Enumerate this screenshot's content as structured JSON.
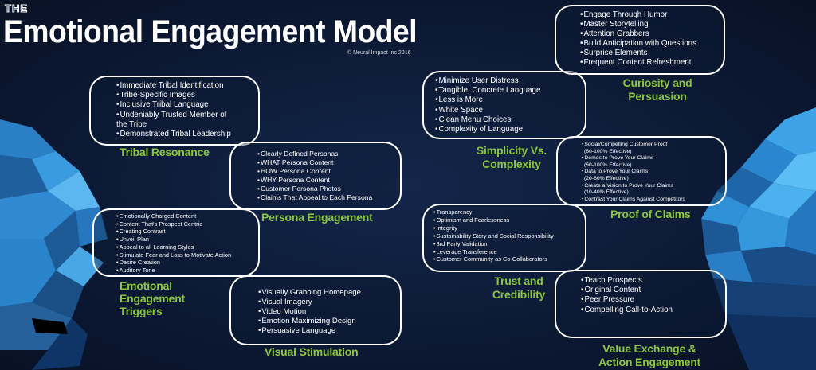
{
  "header": {
    "pre_title": "THE",
    "title": "Emotional Engagement Model",
    "copyright": "© Neural Impact Inc 2016"
  },
  "colors": {
    "background": "#0c1a33",
    "bubble_border": "#ffffff",
    "label_green": "#8cc63f",
    "face_blue": "#2d8fd6"
  },
  "boxes": {
    "tribal": {
      "label": "Tribal Resonance",
      "items": [
        "Immediate Tribal Identification",
        "Tribe-Specific Images",
        "Inclusive Tribal Language",
        "Undeniably Trusted Member of",
        "the Tribe",
        "Demonstrated Tribal Leadership"
      ]
    },
    "persona": {
      "label": "Persona Engagement",
      "items": [
        "Clearly Defined Personas",
        "WHAT Persona Content",
        "HOW Persona Content",
        "WHY Persona Content",
        "Customer Persona Photos",
        "Claims That Appeal to Each Persona"
      ]
    },
    "triggers": {
      "label_line1": "Emotional",
      "label_line2": "Engagement",
      "label_line3": "Triggers",
      "items": [
        "Emotionally Charged Content",
        "Content That's Prospect Centric",
        "Creating Contrast",
        "Unveil Plan",
        "Appeal to all Learning Styles",
        "Stimulate Fear and Loss to Motivate Action",
        "Desire Creation",
        "Auditory Tone"
      ]
    },
    "visual": {
      "label": "Visual Stimulation",
      "items": [
        "Visually Grabbing Homepage",
        "Visual Imagery",
        "Video Motion",
        "Emotion Maximizing Design",
        "Persuasive Language"
      ]
    },
    "simplicity": {
      "label_line1": "Simplicity Vs.",
      "label_line2": "Complexity",
      "items": [
        "Minimize User Distress",
        "Tangible, Concrete Language",
        "Less is More",
        "White Space",
        "Clean Menu Choices",
        "Complexity of Language"
      ]
    },
    "curiosity": {
      "label_line1": "Curiosity and",
      "label_line2": "Persuasion",
      "items": [
        "Engage Through Humor",
        "Master Storytelling",
        "Attention Grabbers",
        "Build Anticipation with Questions",
        "Surprise Elements",
        "Frequent Content Refreshment"
      ]
    },
    "proof": {
      "label": "Proof of Claims",
      "items": [
        "Social/Compelling Customer Proof",
        "(80-100% Effective)",
        "Demos to Prove Your Claims",
        "(60-100% Effective)",
        "Data to Prove Your Claims",
        "(20-60% Effective)",
        "Create a Vision to Prove Your Claims",
        "(10-40% Effective)",
        "Contrast Your Claims Against Competitors"
      ]
    },
    "trust": {
      "label_line1": "Trust and",
      "label_line2": "Credibility",
      "items": [
        "Transparency",
        "Optimism and Fearlessness",
        "Integrity",
        "Sustainability Story and Social Responsibility",
        "3rd Party Validation",
        "Leverage Transference",
        "Customer Community as Co-Collaborators"
      ]
    },
    "value": {
      "label_line1": "Value Exchange &",
      "label_line2": "Action Engagement",
      "items": [
        "Teach Prospects",
        "Original Content",
        "Peer Pressure",
        "Compelling Call-to-Action"
      ]
    }
  }
}
